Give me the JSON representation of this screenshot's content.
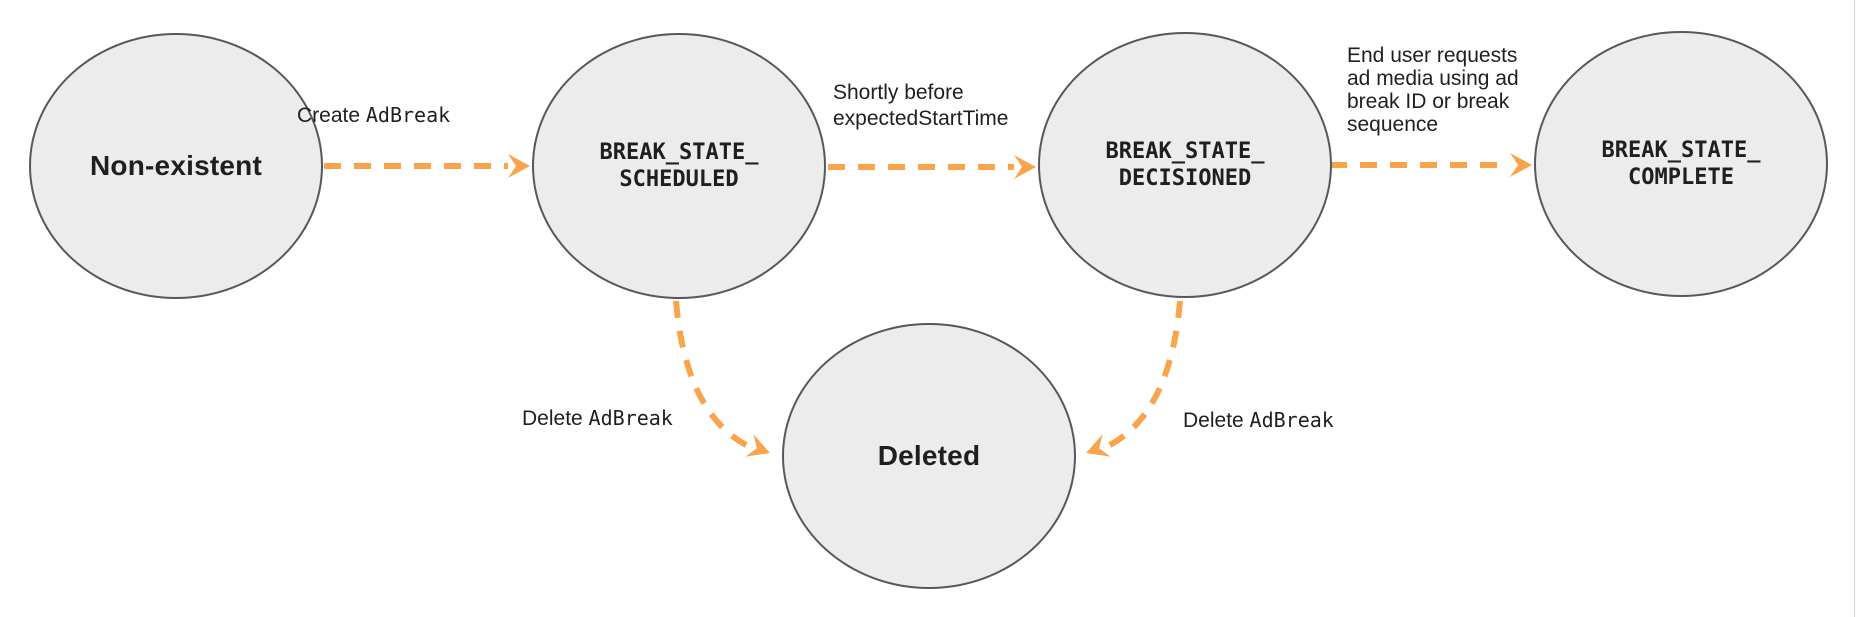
{
  "colors": {
    "node_fill": "#ececec",
    "node_border": "#57585c",
    "arrow": "#f9a44c",
    "text": "#1f1f1f",
    "edge_line": "#d7d7d7"
  },
  "diagram": {
    "type": "state-diagram",
    "description_nodes": "ad break lifecycle states",
    "nodes": [
      {
        "id": "non-existent",
        "label": "Non-existent"
      },
      {
        "id": "break-state-scheduled",
        "label": "BREAK_STATE_\nSCHEDULED"
      },
      {
        "id": "break-state-decisioned",
        "label": "BREAK_STATE_\nDECISIONED"
      },
      {
        "id": "break-state-complete",
        "label": "BREAK_STATE_\nCOMPLETE"
      },
      {
        "id": "deleted",
        "label": "Deleted"
      }
    ],
    "transitions": [
      {
        "from": "non-existent",
        "to": "break-state-scheduled",
        "label_sans": "Create ",
        "label_mono": "AdBreak"
      },
      {
        "from": "break-state-scheduled",
        "to": "break-state-decisioned",
        "label_sans": "Shortly before",
        "label_mono": "expectedStartTime"
      },
      {
        "from": "break-state-decisioned",
        "to": "break-state-complete",
        "label_sans": "End user requests\nad media using ad\nbreak ID or break\nsequence",
        "label_mono": ""
      },
      {
        "from": "break-state-scheduled",
        "to": "deleted",
        "label_sans": "Delete ",
        "label_mono": "AdBreak"
      },
      {
        "from": "break-state-decisioned",
        "to": "deleted",
        "label_sans": "Delete ",
        "label_mono": "AdBreak"
      }
    ]
  }
}
